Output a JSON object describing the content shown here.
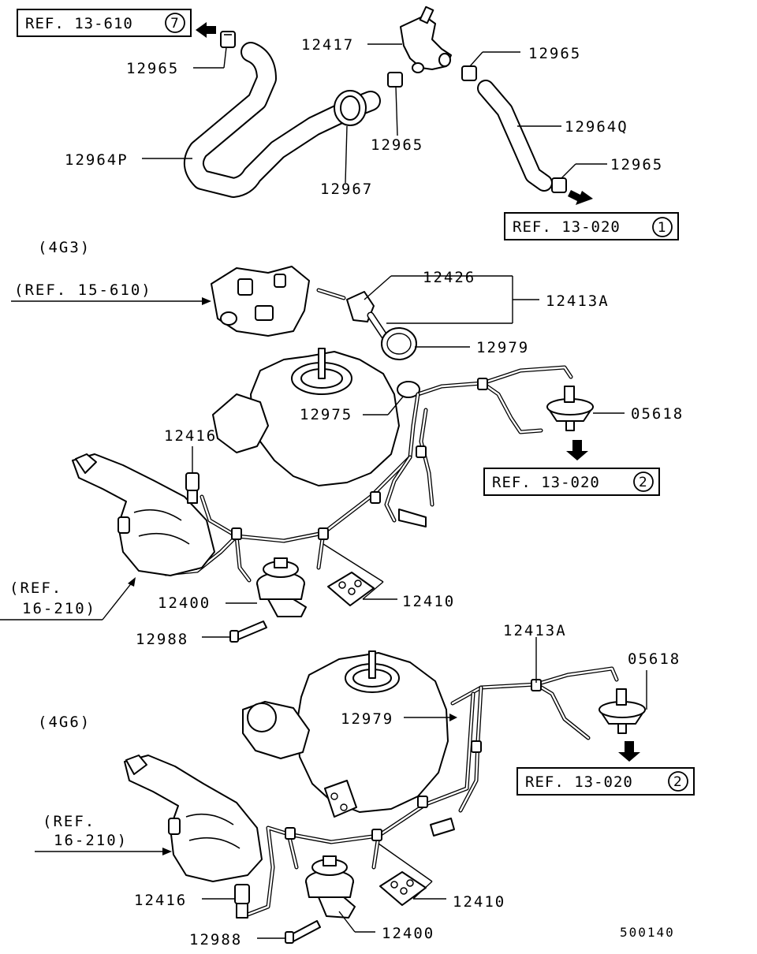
{
  "refs": {
    "ref_13_610": {
      "text": "REF. 13-610",
      "num": "7"
    },
    "ref_13_020_a": {
      "text": "REF. 13-020",
      "num": "1"
    },
    "ref_13_020_b": {
      "text": "REF. 13-020",
      "num": "2"
    },
    "ref_13_020_c": {
      "text": "REF. 13-020",
      "num": "2"
    },
    "ref_15_610": "(REF. 15-610)",
    "ref_16_210_a": {
      "line1": "(REF.",
      "line2": "16-210)"
    },
    "ref_16_210_b": {
      "line1": "(REF.",
      "line2": "16-210)"
    }
  },
  "sections": {
    "g3": "(4G3)",
    "g6": "(4G6)"
  },
  "parts_top": {
    "p12965_a": "12965",
    "p12964p": "12964P",
    "p12417": "12417",
    "p12965_b": "12965",
    "p12967": "12967",
    "p12965_c": "12965",
    "p12964q": "12964Q",
    "p12965_d": "12965"
  },
  "parts_g3": {
    "p12426": "12426",
    "p12413a": "12413A",
    "p12979": "12979",
    "p12975": "12975",
    "p05618": "05618",
    "p12416": "12416",
    "p12400": "12400",
    "p12410": "12410",
    "p12988": "12988"
  },
  "parts_g6": {
    "p12413a": "12413A",
    "p05618": "05618",
    "p12979": "12979",
    "p12416": "12416",
    "p12410": "12410",
    "p12988": "12988",
    "p12400": "12400"
  },
  "footer_code": "500140"
}
